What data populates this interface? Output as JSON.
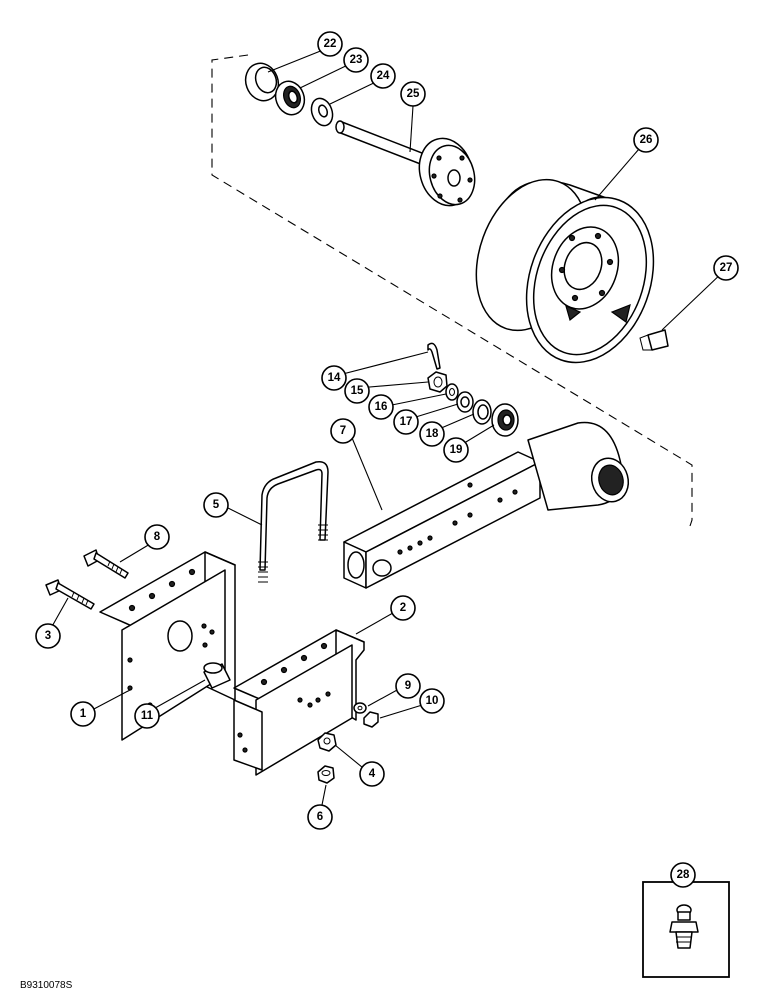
{
  "drawing_code": "B9310078S",
  "callouts": [
    {
      "id": "callout-1",
      "label": "1"
    },
    {
      "id": "callout-2",
      "label": "2"
    },
    {
      "id": "callout-3",
      "label": "3"
    },
    {
      "id": "callout-4",
      "label": "4"
    },
    {
      "id": "callout-5",
      "label": "5"
    },
    {
      "id": "callout-6",
      "label": "6"
    },
    {
      "id": "callout-7",
      "label": "7"
    },
    {
      "id": "callout-8",
      "label": "8"
    },
    {
      "id": "callout-9",
      "label": "9"
    },
    {
      "id": "callout-10",
      "label": "10"
    },
    {
      "id": "callout-11",
      "label": "11"
    },
    {
      "id": "callout-14",
      "label": "14"
    },
    {
      "id": "callout-15",
      "label": "15"
    },
    {
      "id": "callout-16",
      "label": "16"
    },
    {
      "id": "callout-17",
      "label": "17"
    },
    {
      "id": "callout-18",
      "label": "18"
    },
    {
      "id": "callout-19",
      "label": "19"
    },
    {
      "id": "callout-22",
      "label": "22"
    },
    {
      "id": "callout-23",
      "label": "23"
    },
    {
      "id": "callout-24",
      "label": "24"
    },
    {
      "id": "callout-25",
      "label": "25"
    },
    {
      "id": "callout-26",
      "label": "26"
    },
    {
      "id": "callout-27",
      "label": "27"
    },
    {
      "id": "callout-28",
      "label": "28"
    }
  ]
}
